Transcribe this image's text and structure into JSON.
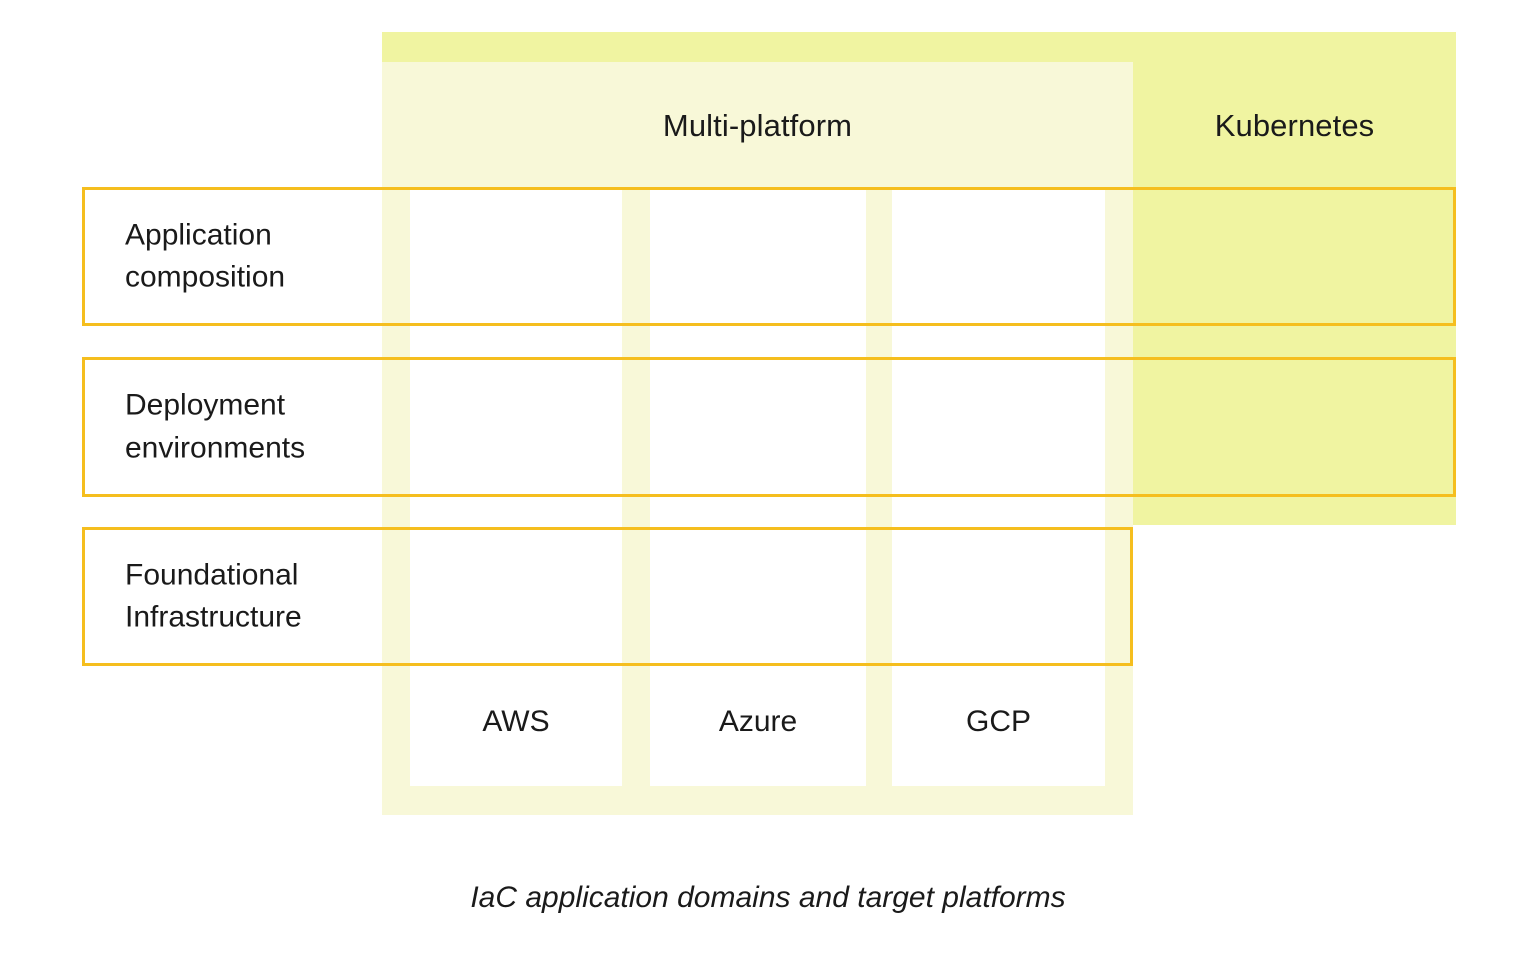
{
  "caption": "IaC application domains and target platforms",
  "colors": {
    "kubernetes_band": "#f0f4a1",
    "multiplatform_band": "#f8f8d8",
    "row_border": "#f5be1e",
    "text": "#1a1a1a",
    "column_fill": "#ffffff",
    "background": "#ffffff"
  },
  "platform_groups": [
    {
      "id": "multi-platform",
      "label": "Multi-platform"
    },
    {
      "id": "kubernetes",
      "label": "Kubernetes"
    }
  ],
  "platforms": [
    {
      "id": "aws",
      "label": "AWS",
      "group": "multi-platform"
    },
    {
      "id": "azure",
      "label": "Azure",
      "group": "multi-platform"
    },
    {
      "id": "gcp",
      "label": "GCP",
      "group": "multi-platform"
    }
  ],
  "domains": [
    {
      "id": "application-composition",
      "label": "Application\ncomposition",
      "covers_kubernetes": true
    },
    {
      "id": "deployment-environments",
      "label": "Deployment\nenvironments",
      "covers_kubernetes": true
    },
    {
      "id": "foundational-infrastructure",
      "label": "Foundational\nInfrastructure",
      "covers_kubernetes": false
    }
  ]
}
